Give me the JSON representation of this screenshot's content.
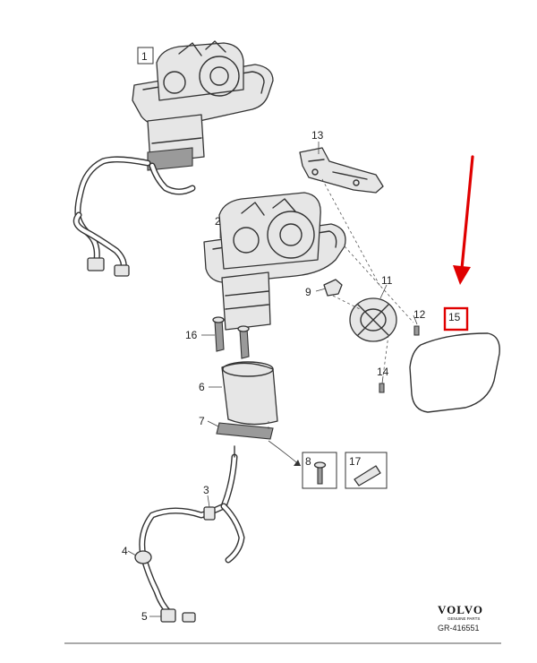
{
  "callouts": [
    "1",
    "2",
    "3",
    "4",
    "5",
    "6",
    "7",
    "8",
    "9",
    "11",
    "12",
    "13",
    "14",
    "15",
    "16",
    "17"
  ],
  "logo": {
    "brand": "VOLVO",
    "tagline": "GENUINE PARTS",
    "reference": "GR-416551"
  },
  "colors": {
    "highlight": "#e00000",
    "arrow": "#e00000",
    "linework": "#333333"
  }
}
